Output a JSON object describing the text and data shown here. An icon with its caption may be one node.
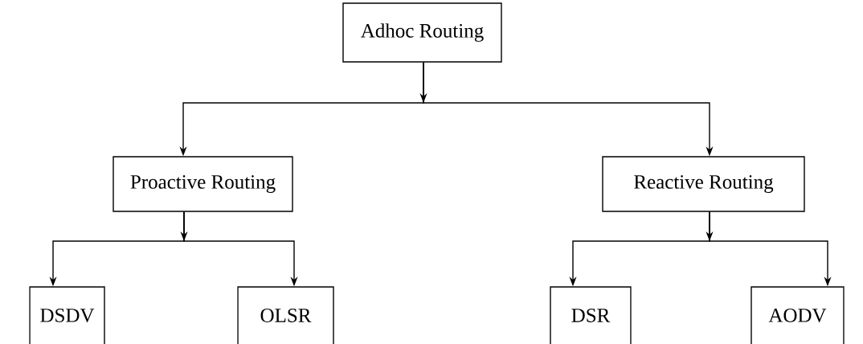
{
  "diagram": {
    "nodes": [
      {
        "text": [
          "Adhoc Routing"
        ]
      },
      {
        "text": [
          "Proactive Routing"
        ]
      },
      {
        "text": [
          "Reactive Routing"
        ]
      },
      {
        "text": [
          "DSDV"
        ]
      },
      {
        "text": [
          "OLSR"
        ]
      },
      {
        "text": [
          "DSR"
        ]
      },
      {
        "text": [
          "AODV"
        ]
      }
    ],
    "edges": [
      {
        "from": 0,
        "to": 1,
        "arrow": "to"
      },
      {
        "from": 0,
        "to": 2,
        "arrow": "to"
      },
      {
        "from": 1,
        "to": 3,
        "arrow": "to"
      },
      {
        "from": 1,
        "to": 4,
        "arrow": "to"
      },
      {
        "from": 2,
        "to": 5,
        "arrow": "to"
      },
      {
        "from": 2,
        "to": 6,
        "arrow": "to"
      }
    ]
  }
}
